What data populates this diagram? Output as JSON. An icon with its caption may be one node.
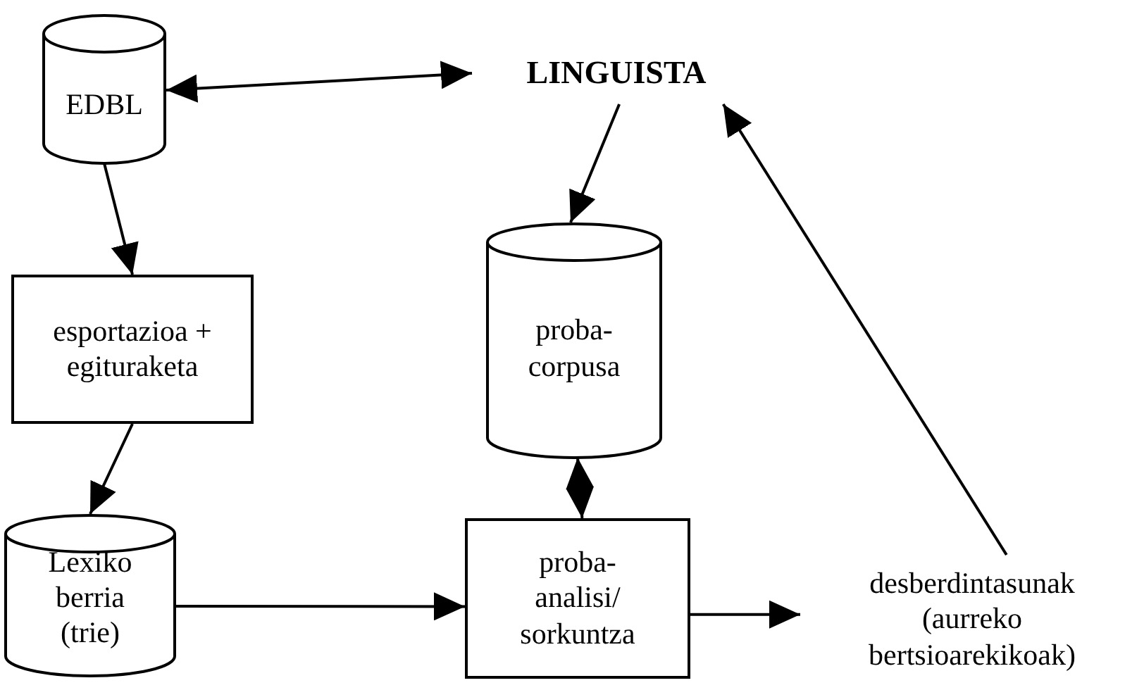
{
  "diagram": {
    "nodes": [
      {
        "text": [
          "EDBL"
        ]
      },
      {
        "text": [
          "LINGUISTA"
        ]
      },
      {
        "text": [
          "esportazioa + egituraketa"
        ]
      },
      {
        "text": [
          "proba-corpusa"
        ]
      },
      {
        "text": [
          "Lexiko berria (trie)"
        ]
      },
      {
        "text": [
          "proba-analisi/ sorkuntza"
        ]
      },
      {
        "text": [
          "desberdintasunak (aurreko bertsioarekikoak)"
        ]
      }
    ],
    "edges": [
      {
        "from": 0,
        "to": 1,
        "arrow": "both"
      },
      {
        "from": 0,
        "to": 2,
        "arrow": "to"
      },
      {
        "from": 1,
        "to": 3,
        "arrow": "to"
      },
      {
        "from": 2,
        "to": 4,
        "arrow": "to"
      },
      {
        "from": 3,
        "to": 5,
        "arrow": "both"
      },
      {
        "from": 4,
        "to": 5,
        "arrow": "to"
      },
      {
        "from": 5,
        "to": 6,
        "arrow": "to"
      },
      {
        "from": 6,
        "to": 1,
        "arrow": "to"
      }
    ]
  }
}
